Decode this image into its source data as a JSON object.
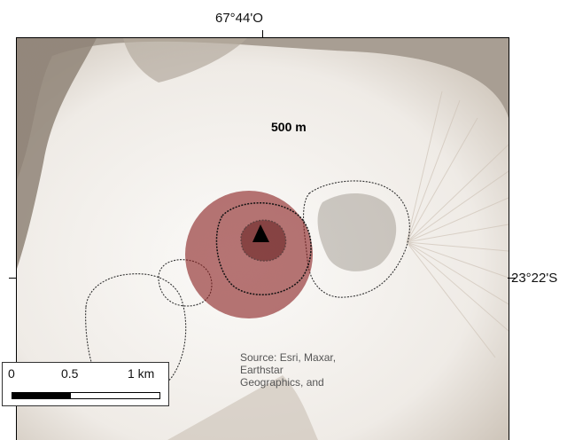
{
  "coordinates": {
    "longitude_label": "67°44'O",
    "latitude_label": "23°22'S"
  },
  "buffer": {
    "radius_label": "500 m",
    "color": "#8b2222"
  },
  "summit_marker": {
    "icon": "triangle-icon",
    "color": "#000000"
  },
  "scale_bar": {
    "label_start": "0",
    "label_mid": "0.5",
    "label_end": "1 km"
  },
  "attribution": "Source: Esri, Maxar, Earthstar Geographics, and",
  "colors": {
    "snow": "#f4f2ef",
    "rock": "#8f8478",
    "crater_outline": "#333333"
  }
}
